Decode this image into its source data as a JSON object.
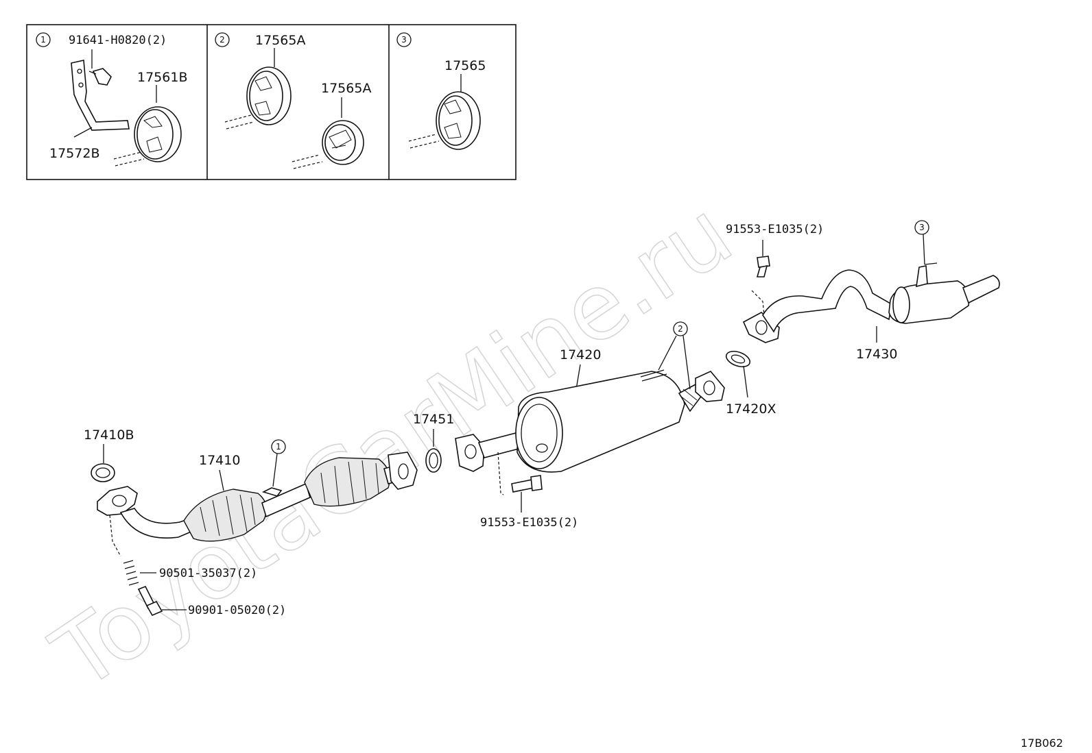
{
  "watermark": "ToyotaCarMine.ru",
  "diagram_code": "17B062",
  "inset": {
    "panels": [
      {
        "num": "1",
        "labels": [
          "91641-H0820(2)",
          "17561B",
          "17572B"
        ]
      },
      {
        "num": "2",
        "labels": [
          "17565A",
          "17565A"
        ]
      },
      {
        "num": "3",
        "labels": [
          "17565"
        ]
      }
    ]
  },
  "callouts": {
    "front_pipe": "1",
    "center_hangers": "2",
    "tail_hanger": "3"
  },
  "parts": {
    "gasket_front": "17410B",
    "front_pipe": "17410",
    "spring": "90501-35037(2)",
    "stud_bolt": "90901-05020(2)",
    "gasket_mid": "17451",
    "center_pipe": "17420",
    "center_bolt": "91553-E1035(2)",
    "gasket_rear": "17420X",
    "tail_bolt": "91553-E1035(2)",
    "tail_pipe": "17430"
  }
}
